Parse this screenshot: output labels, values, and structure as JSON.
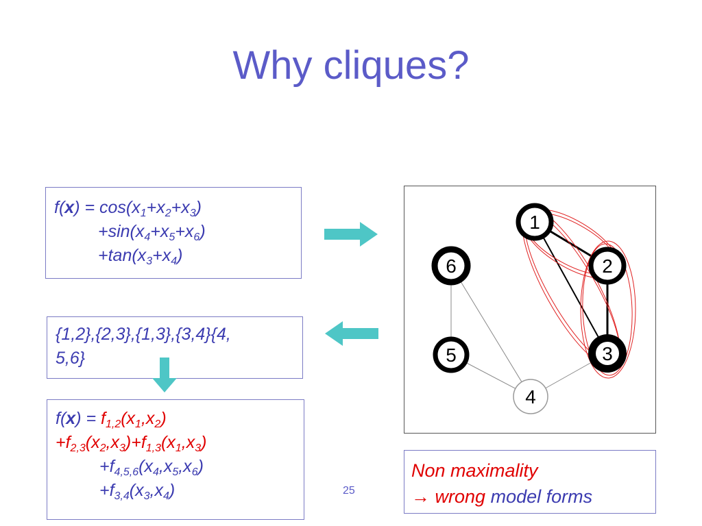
{
  "slide": {
    "title": "Why cliques?",
    "page_number": "25"
  },
  "box1": {
    "line1": {
      "pre": "f(",
      "bold": "x",
      "mid": ") = cos(x",
      "s1": "1",
      "a": "+x",
      "s2": "2",
      "b": "+x",
      "s3": "3",
      "end": ")"
    },
    "line2": {
      "pre": "+sin(x",
      "s1": "4",
      "a": "+x",
      "s2": "5",
      "b": "+x",
      "s3": "6",
      "end": ")"
    },
    "line3": {
      "pre": "+tan(x",
      "s1": "3",
      "a": "+x",
      "s2": "4",
      "end": ")"
    }
  },
  "box2": {
    "line1": "{1,2},{2,3},{1,3},{3,4}{4,",
    "line2": "5,6}"
  },
  "box3": {
    "line1": {
      "pre": "f(",
      "bold": "x",
      "mid": ") = ",
      "f": "f",
      "fs": "1,2",
      "args": "(x",
      "a1": "1",
      "c": ",x",
      "a2": "2",
      "end": ")"
    },
    "line2": {
      "f1": "+f",
      "fs1": "2,3",
      "args1": "(x",
      "b1": "2",
      "c1": ",x",
      "b2": "3",
      "e1": ")",
      "f2": "+f",
      "fs2": "1,3",
      "args2": "(x",
      "d1": "1",
      "c2": ",x",
      "d2": "3",
      "e2": ")"
    },
    "line3": {
      "f": "+f",
      "fs": "4,5,6",
      "args": "(x",
      "s1": "4",
      "c1": ",x",
      "s2": "5",
      "c2": ",x",
      "s3": "6",
      "end": ")"
    },
    "line4": {
      "f": "+f",
      "fs": "3,4",
      "args": "(x",
      "s1": "3",
      "c1": ",x",
      "s2": "4",
      "end": ")"
    }
  },
  "note": {
    "line1": "Non maximality",
    "arrow": "→",
    "wrong": "wrong",
    "rest": "model forms"
  },
  "graph": {
    "nodes": [
      {
        "label": "1",
        "style": "dark-ring"
      },
      {
        "label": "2",
        "style": "dark-ring"
      },
      {
        "label": "3",
        "style": "filled"
      },
      {
        "label": "4",
        "style": "plain"
      },
      {
        "label": "5",
        "style": "dark-ring"
      },
      {
        "label": "6",
        "style": "dark-ring"
      }
    ],
    "edges": [
      [
        "1",
        "2"
      ],
      [
        "2",
        "3"
      ],
      [
        "1",
        "3"
      ],
      [
        "3",
        "4"
      ],
      [
        "4",
        "5"
      ],
      [
        "5",
        "6"
      ],
      [
        "6",
        "4"
      ]
    ]
  },
  "colors": {
    "title": "#5b5bc8",
    "text": "#3b3bb0",
    "highlight": "#e00000",
    "arrow": "#4ec6c6",
    "clique_outline": "#e02020"
  }
}
